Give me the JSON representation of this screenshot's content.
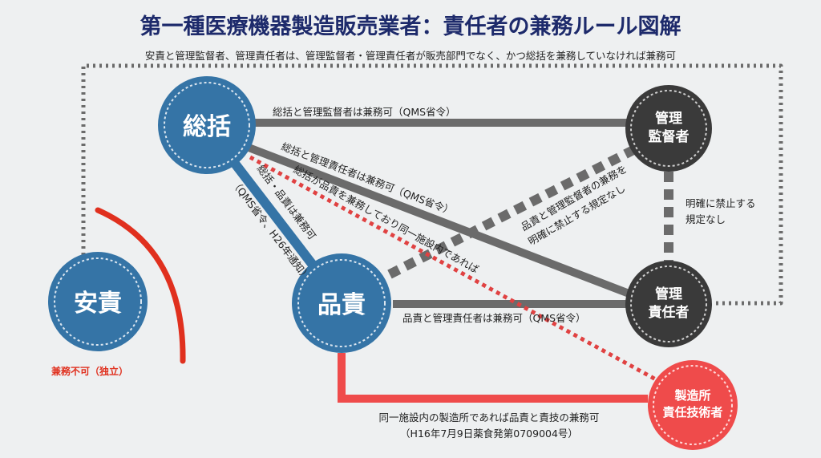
{
  "title": "第一種医療機器製造販売業者：責任者の兼務ルール図解",
  "subtitle": "安責と管理監督者、管理責任者は、管理監督者・管理責任者が販売部門でなく、かつ総括を兼務していなければ兼務可",
  "nodes": {
    "soukatsu": "総括",
    "anseki": "安責",
    "hinseki": "品責",
    "kanri_kantokusha": [
      "管理",
      "監督者"
    ],
    "kanri_sekininsha": [
      "管理",
      "責任者"
    ],
    "seizousho": [
      "製造所",
      "責任技術者"
    ]
  },
  "edges": {
    "soukatsu_kantokusha": "総括と管理監督者は兼務可（QMS省令）",
    "soukatsu_sekininsha": "総括と管理責任者は兼務可（QMS省令）",
    "soukatsu_hinseki": [
      "総括・品責は兼務可",
      "（QMS省令、H26年通知）"
    ],
    "soukatsu_seizousho": "総括が品責を兼務しており同一施設内であれば",
    "hinseki_kantokusha": [
      "品責と管理監督者の兼務を",
      "明確に禁止する規定なし"
    ],
    "kantokusha_sekininsha": [
      "明確に禁止する",
      "規定なし"
    ],
    "hinseki_sekininsha": "品責と管理責任者は兼務可（QMS省令）",
    "hinseki_seizousho": [
      "同一施設内の製造所であれば品責と責技の兼務可",
      "（H16年7月9日薬食発第0709004号）"
    ],
    "anseki_note": "兼務不可（独立）"
  },
  "colors": {
    "blue": "#3574a6",
    "dark": "#3a3a3a",
    "red": "#ef4b4b",
    "gray": "#6b6b6b",
    "title": "#1d2a6b"
  }
}
